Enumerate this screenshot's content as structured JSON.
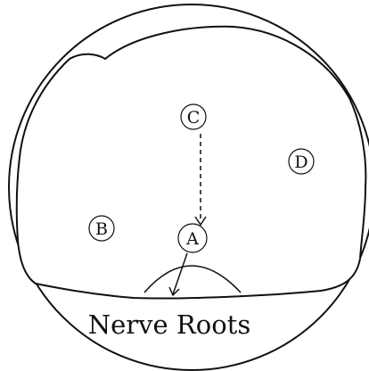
{
  "diagram": {
    "labels": {
      "a": "A",
      "b": "B",
      "c": "C",
      "d": "D"
    },
    "caption": "Nerve Roots"
  }
}
